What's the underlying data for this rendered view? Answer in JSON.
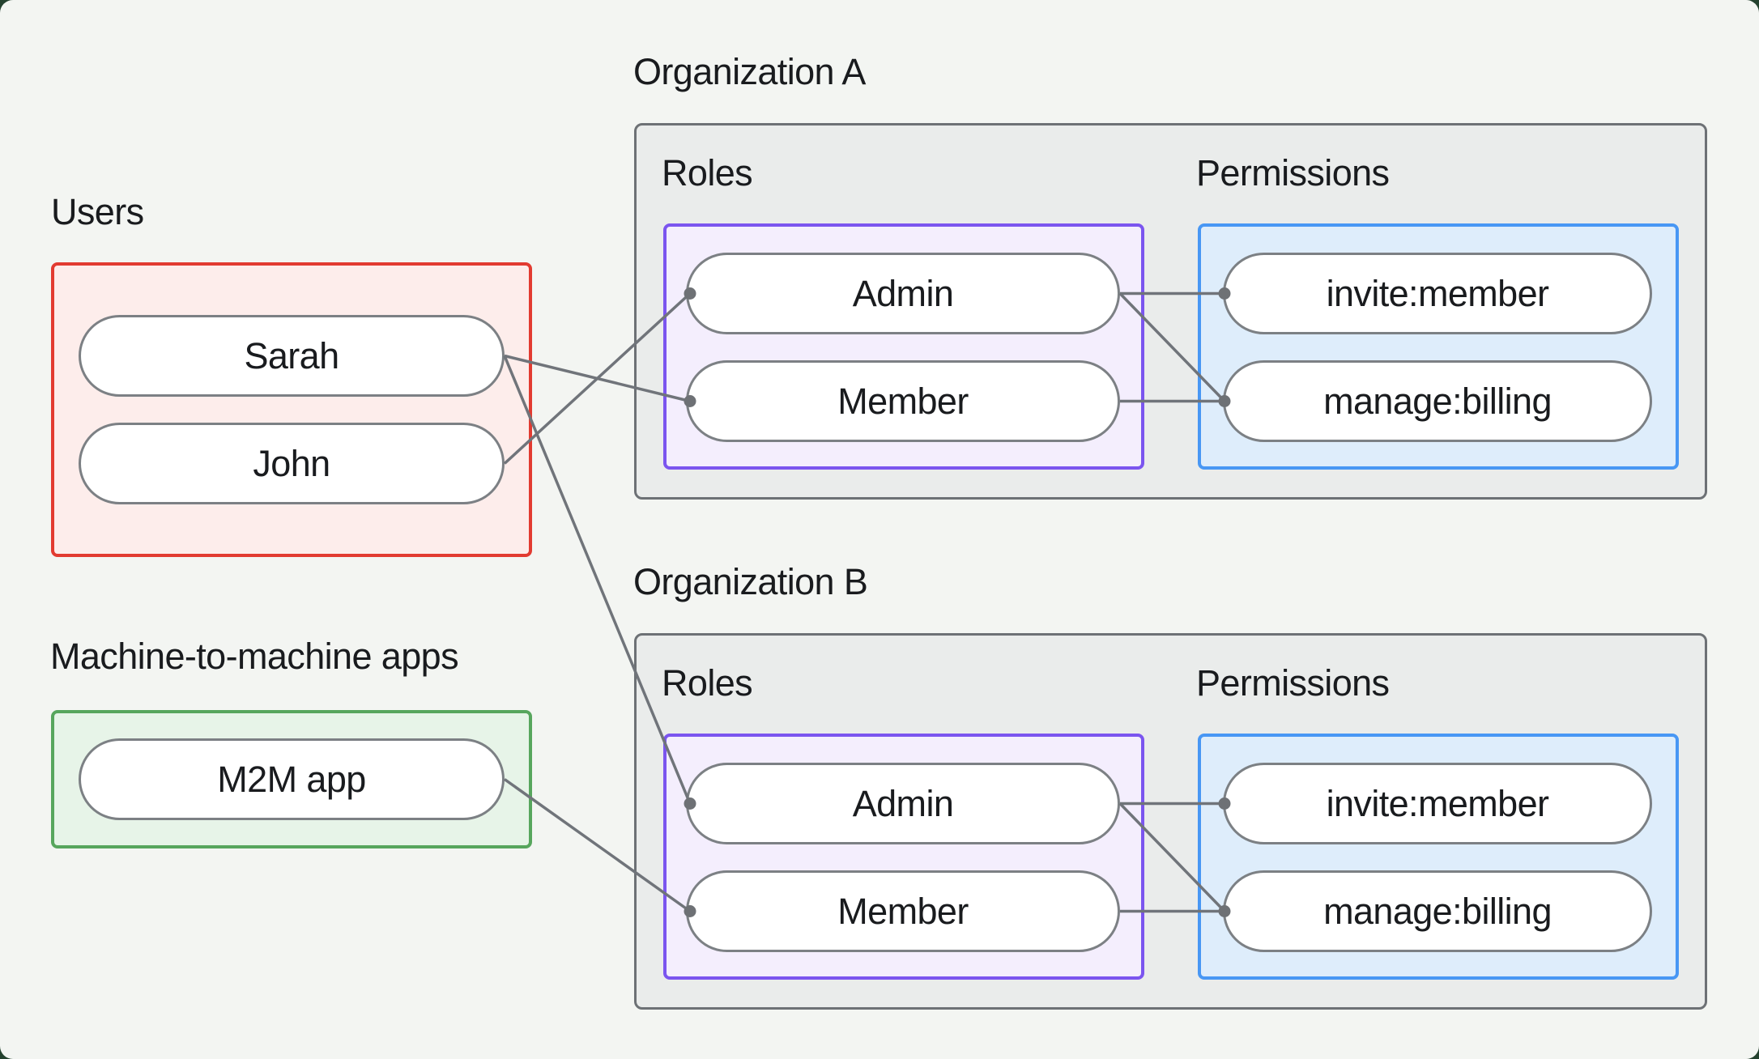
{
  "page": {
    "background_color": "#f3f5f2",
    "outer_background_color": "#24422f",
    "text_color": "#191b1e"
  },
  "users_section": {
    "label": "Users",
    "items": [
      "Sarah",
      "John"
    ],
    "border_color": "#e23b31",
    "fill_color": "#fdedeb"
  },
  "m2m_section": {
    "label": "Machine-to-machine apps",
    "items": [
      "M2M app"
    ],
    "border_color": "#57a65d",
    "fill_color": "#e7f4e8"
  },
  "organizations": [
    {
      "label": "Organization A",
      "roles_label": "Roles",
      "permissions_label": "Permissions",
      "roles": [
        "Admin",
        "Member"
      ],
      "permissions": [
        "invite:member",
        "manage:billing"
      ]
    },
    {
      "label": "Organization B",
      "roles_label": "Roles",
      "permissions_label": "Permissions",
      "roles": [
        "Admin",
        "Member"
      ],
      "permissions": [
        "invite:member",
        "manage:billing"
      ]
    }
  ],
  "colors": {
    "org_box_border": "#6d7175",
    "org_box_fill": "#eaeceb",
    "roles_box_border": "#7b55ef",
    "roles_box_fill": "#f4eefd",
    "permissions_box_border": "#4897f4",
    "permissions_box_fill": "#deedfb",
    "pill_border": "#7c8084",
    "pill_fill": "#ffffff",
    "connector": "#70747a"
  },
  "connections": [
    {
      "from": "Sarah",
      "to": "Organization A / Member"
    },
    {
      "from": "John",
      "to": "Organization A / Admin"
    },
    {
      "from": "Sarah",
      "to": "Organization B / Admin"
    },
    {
      "from": "M2M app",
      "to": "Organization B / Member"
    },
    {
      "from": "Organization A / Admin",
      "to": "Organization A / invite:member"
    },
    {
      "from": "Organization A / Admin",
      "to": "Organization A / manage:billing"
    },
    {
      "from": "Organization A / Member",
      "to": "Organization A / manage:billing"
    },
    {
      "from": "Organization B / Admin",
      "to": "Organization B / invite:member"
    },
    {
      "from": "Organization B / Admin",
      "to": "Organization B / manage:billing"
    },
    {
      "from": "Organization B / Member",
      "to": "Organization B / manage:billing"
    }
  ]
}
